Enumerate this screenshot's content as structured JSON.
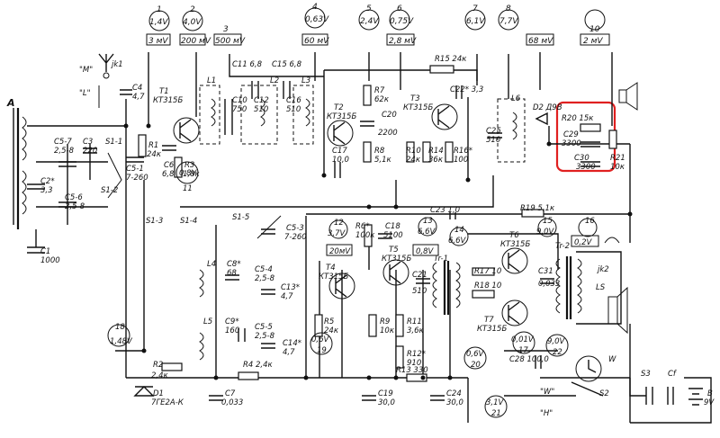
{
  "colors": {
    "ink": "#111111",
    "highlight": "#e02020",
    "paper": "#ffffff"
  },
  "top_points": [
    {
      "num": "1",
      "volt": "1,4V",
      "sig": "3 мV"
    },
    {
      "num": "2",
      "volt": "4,0V",
      "sig": "200 мV"
    },
    {
      "num": "3",
      "volt": "",
      "sig": "500 мV"
    },
    {
      "num": "4",
      "volt": "0,63V",
      "sig": "60 мV"
    },
    {
      "num": "5",
      "volt": "2,4V",
      "sig": ""
    },
    {
      "num": "6",
      "volt": "0,75V",
      "sig": "2,8 мV"
    },
    {
      "num": "7",
      "volt": "6,1V",
      "sig": ""
    },
    {
      "num": "8",
      "volt": "7,7V",
      "sig": "68 мV"
    },
    {
      "num": "10",
      "volt": "",
      "sig": "2 мV"
    }
  ],
  "labels": {
    "antenna_M": "\"M\"",
    "antenna_L": "\"L\"",
    "jk1": "jk1",
    "A": "A",
    "C4": "C4",
    "C4v": "4,7",
    "T1": "T1",
    "T1t": "КТ315Б",
    "L1": "L1",
    "L2": "L2",
    "L3": "L3",
    "C11": "C11 6,8",
    "C15": "C15 6,8",
    "C10": "C10",
    "C10v": "750",
    "C12": "C12",
    "C12v": "510",
    "C16": "C16",
    "C16v": "510",
    "T2": "T2",
    "T2t": "КТ315Б",
    "T3": "T3",
    "T3t": "КТ315Б",
    "R15": "R15 24к",
    "C22": "C22* 3,3",
    "R7": "R7",
    "R7v": "62к",
    "C20": "C20",
    "C20v": "2200",
    "R8": "R8",
    "R8v": "5,1к",
    "R10": "R10",
    "R10v": "24к",
    "R14": "R14",
    "R14v": "36к",
    "R16": "R16*",
    "R16v": "100",
    "C17": "C17",
    "C17v": "10,0",
    "C25": "C25",
    "C25v": "510",
    "L6": "L6",
    "D2": "D2 Д9В",
    "R20": "R20 15к",
    "C29": "C29",
    "C29v": "3300",
    "C30": "C30",
    "C30v": "3300",
    "R21": "R21",
    "R21v": "10к",
    "R1": "R1",
    "R1v": "24к",
    "C6": "C6",
    "C6v": "6,8",
    "R3": "R3",
    "R3v": "1,8к",
    "V08": "0,8V",
    "p11": "11",
    "C5_7": "C5-7",
    "C5_7v": "2,5-8",
    "C3": "C3",
    "C3v": "220",
    "S1_1": "S1-1",
    "C5_1": "C5-1",
    "C5_1v": "7-260",
    "C2": "C2*",
    "C2v": "3,3",
    "C5_6": "C5-6",
    "C5_6v": "2,5-8",
    "S1_2": "S1-2",
    "C1": "C1",
    "C1v": "1000",
    "S1_3": "S1-3",
    "S1_4": "S1-4",
    "S1_5": "S1-5",
    "C5_3": "C5-3",
    "C5_3v": "7-260",
    "L4": "L4",
    "C8": "C8*",
    "C8v": "68",
    "C5_4": "C5-4",
    "C5_4v": "2,5-8",
    "C13": "C13*",
    "C13v": "4,7",
    "L5": "L5",
    "C9": "C9*",
    "C9v": "160",
    "C5_5": "C5-5",
    "C5_5v": "2,5-8",
    "C14": "C14*",
    "C14v": "4,7",
    "R2": "R2",
    "R2v": "2,4к",
    "R4": "R4 2,4к",
    "D1": "D1",
    "D1t": "7ГЕ2А-К",
    "C7": "C7",
    "C7v": "0,033",
    "V18": "18",
    "V18v": "1,48V",
    "C23": "C23 1,0",
    "R19": "R19 5,1к",
    "p12": "12",
    "p12v": "3,7V",
    "p13": "13",
    "p13v": "6,6V",
    "p14": "14",
    "p14v": "6,6V",
    "p15": "15",
    "p15v": "9,0V",
    "p16": "16",
    "p16v": "0,2V",
    "R6": "R6*",
    "R6v": "100к",
    "C18": "C18",
    "C18v": "5100",
    "m20": "20мV",
    "v08b": "0,8V",
    "T4": "T4",
    "T4t": "КТ315Б",
    "T5": "T5",
    "T5t": "КТ315Б",
    "C21": "C21",
    "C21v": "510",
    "Tr1": "Tr-1",
    "T6": "T6",
    "T6t": "КТ315Б",
    "T7": "T7",
    "T7t": "КТ315Б",
    "R17": "R17 10",
    "R18": "R18 10",
    "C31": "C31",
    "C31v": "0,033",
    "Tr2": "Tr-2",
    "jk2": "jk2",
    "LS": "LS",
    "R5": "R5",
    "R5v": "24к",
    "R9": "R9",
    "R9v": "10к",
    "R11": "R11",
    "R11v": "3,6к",
    "R12": "R12*",
    "R12v": "910",
    "v06": "0,6V",
    "p19": "19",
    "v06b": "0,6V",
    "p20": "20",
    "v001": "0,01V",
    "p17": "17",
    "v90": "9,0V",
    "p22": "22",
    "C28": "C28 100,0",
    "R13": "R13 330",
    "C19": "C19",
    "C19v": "30,0",
    "C24": "C24",
    "C24v": "30,0",
    "v31": "3,1V",
    "p21": "21",
    "Wq": "\"W\"",
    "Hq": "\"H\"",
    "W": "W",
    "S2": "S2",
    "S3": "S3",
    "Cf": "Cf",
    "B": "B",
    "B9": "9V"
  }
}
